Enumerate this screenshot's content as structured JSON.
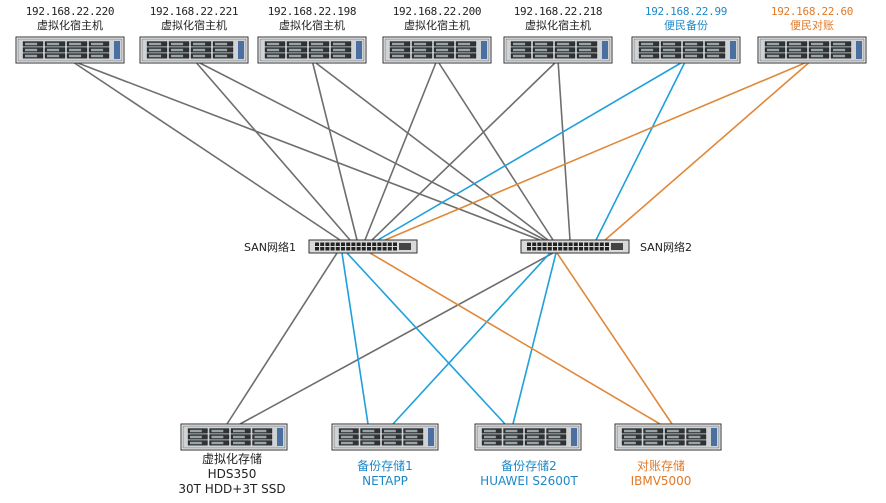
{
  "hosts": [
    {
      "ip": "192.168.22.220",
      "label": "虚拟化宿主机",
      "color": "#222222"
    },
    {
      "ip": "192.168.22.221",
      "label": "虚拟化宿主机",
      "color": "#222222"
    },
    {
      "ip": "192.168.22.198",
      "label": "虚拟化宿主机",
      "color": "#222222"
    },
    {
      "ip": "192.168.22.200",
      "label": "虚拟化宿主机",
      "color": "#222222"
    },
    {
      "ip": "192.168.22.218",
      "label": "虚拟化宿主机",
      "color": "#222222"
    },
    {
      "ip": "192.168.22.99",
      "label": "便民备份",
      "color": "#1e88c8"
    },
    {
      "ip": "192.168.22.60",
      "label": "便民对账",
      "color": "#e07a2a"
    }
  ],
  "switches": [
    {
      "label": "SAN网络1"
    },
    {
      "label": "SAN网络2"
    }
  ],
  "storages": [
    {
      "line1": "虚拟化存储",
      "line2": "HDS350",
      "line3": "30T HDD+3T SSD",
      "color": "#222222"
    },
    {
      "line1": "备份存储1",
      "line2": "NETAPP",
      "line3": "",
      "color": "#1e88c8"
    },
    {
      "line1": "备份存储2",
      "line2": "HUAWEI S2600T",
      "line3": "",
      "color": "#1e88c8"
    },
    {
      "line1": "对账存储",
      "line2": "IBMV5000",
      "line3": "",
      "color": "#e07a2a"
    }
  ],
  "colors": {
    "gray_link": "#6e6e6e",
    "blue_link": "#1ea0dc",
    "orange_link": "#e0883a"
  }
}
